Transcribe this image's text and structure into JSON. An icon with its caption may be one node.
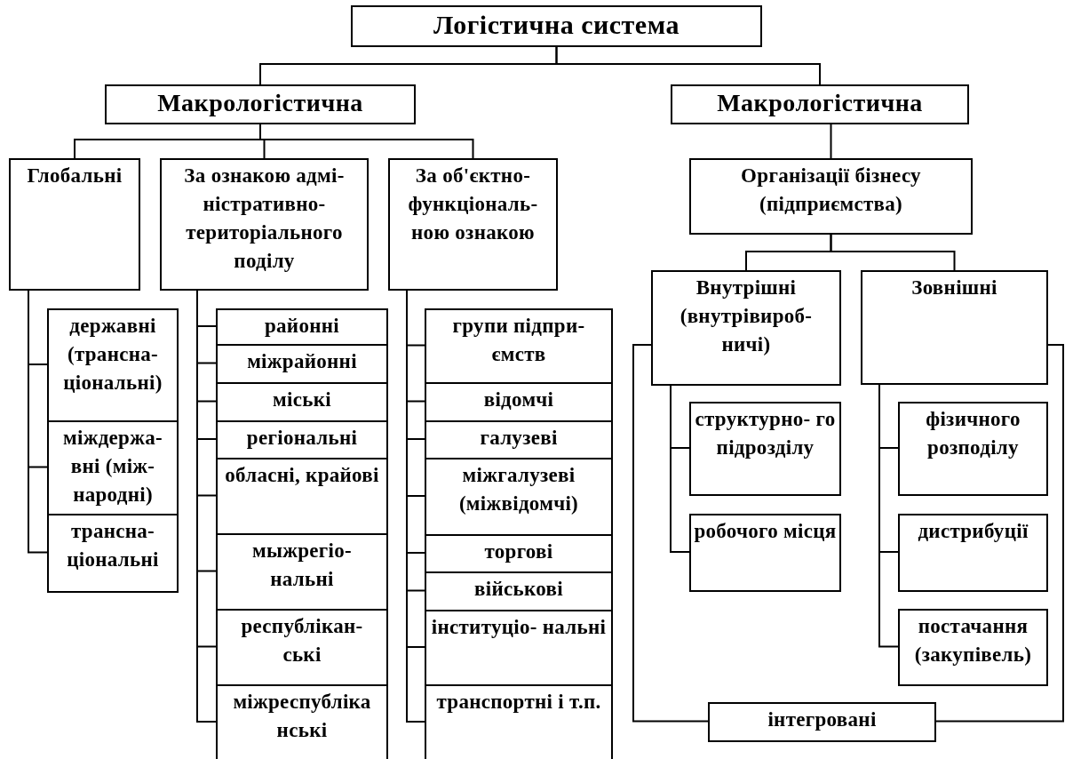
{
  "diagram": {
    "nodes": [
      {
        "text": [
          "Логістична система"
        ]
      },
      {
        "text": [
          "Макрологістична"
        ]
      },
      {
        "text": [
          "Макрологістична"
        ]
      },
      {
        "text": [
          "Глобальні"
        ]
      },
      {
        "text": [
          "За ознакою адмі- ністративно- територіального поділу"
        ]
      },
      {
        "text": [
          "За об'єктно- функціональ- ною ознакою"
        ]
      },
      {
        "text": [
          "державні (трансна- ціональні)"
        ]
      },
      {
        "text": [
          "міждержа- вні (між- народні)"
        ]
      },
      {
        "text": [
          "трансна- ціональні"
        ]
      },
      {
        "text": [
          "районні"
        ]
      },
      {
        "text": [
          "міжрайонні"
        ]
      },
      {
        "text": [
          "міські"
        ]
      },
      {
        "text": [
          "регіональні"
        ]
      },
      {
        "text": [
          "обласні, крайові"
        ]
      },
      {
        "text": [
          "мыжрегіо- нальні"
        ]
      },
      {
        "text": [
          "республікан- ські"
        ]
      },
      {
        "text": [
          "міжреспубліка нські"
        ]
      },
      {
        "text": [
          "групи підпри- ємств"
        ]
      },
      {
        "text": [
          "відомчі"
        ]
      },
      {
        "text": [
          "галузеві"
        ]
      },
      {
        "text": [
          "міжгалузеві (міжвідомчі)"
        ]
      },
      {
        "text": [
          "торгові"
        ]
      },
      {
        "text": [
          "військові"
        ]
      },
      {
        "text": [
          "інституціо- нальні"
        ]
      },
      {
        "text": [
          "транспортні і т.п."
        ]
      },
      {
        "text": [
          "Організації бізнесу (підприємства)"
        ]
      },
      {
        "text": [
          "Внутрішні (внутрівироб- ничі)"
        ]
      },
      {
        "text": [
          "Зовнішні"
        ]
      },
      {
        "text": [
          "структурно- го підрозділу"
        ]
      },
      {
        "text": [
          "робочого місця"
        ]
      },
      {
        "text": [
          "фізичного розподілу"
        ]
      },
      {
        "text": [
          "дистрибуції"
        ]
      },
      {
        "text": [
          "постачання (закупівель)"
        ]
      },
      {
        "text": [
          "інтегровані"
        ]
      }
    ],
    "edges": [
      {
        "from": 0,
        "to": 1,
        "arrow": "none"
      },
      {
        "from": 0,
        "to": 2,
        "arrow": "none"
      },
      {
        "from": 1,
        "to": 3,
        "arrow": "none"
      },
      {
        "from": 1,
        "to": 4,
        "arrow": "none"
      },
      {
        "from": 1,
        "to": 5,
        "arrow": "none"
      },
      {
        "from": 3,
        "to": 6,
        "arrow": "none"
      },
      {
        "from": 3,
        "to": 7,
        "arrow": "none"
      },
      {
        "from": 3,
        "to": 8,
        "arrow": "none"
      },
      {
        "from": 4,
        "to": 9,
        "arrow": "none"
      },
      {
        "from": 4,
        "to": 10,
        "arrow": "none"
      },
      {
        "from": 4,
        "to": 11,
        "arrow": "none"
      },
      {
        "from": 4,
        "to": 12,
        "arrow": "none"
      },
      {
        "from": 4,
        "to": 13,
        "arrow": "none"
      },
      {
        "from": 4,
        "to": 14,
        "arrow": "none"
      },
      {
        "from": 4,
        "to": 15,
        "arrow": "none"
      },
      {
        "from": 4,
        "to": 16,
        "arrow": "none"
      },
      {
        "from": 5,
        "to": 17,
        "arrow": "none"
      },
      {
        "from": 5,
        "to": 18,
        "arrow": "none"
      },
      {
        "from": 5,
        "to": 19,
        "arrow": "none"
      },
      {
        "from": 5,
        "to": 20,
        "arrow": "none"
      },
      {
        "from": 5,
        "to": 21,
        "arrow": "none"
      },
      {
        "from": 5,
        "to": 22,
        "arrow": "none"
      },
      {
        "from": 5,
        "to": 23,
        "arrow": "none"
      },
      {
        "from": 5,
        "to": 24,
        "arrow": "none"
      },
      {
        "from": 2,
        "to": 25,
        "arrow": "none"
      },
      {
        "from": 25,
        "to": 26,
        "arrow": "none"
      },
      {
        "from": 25,
        "to": 27,
        "arrow": "none"
      },
      {
        "from": 26,
        "to": 28,
        "arrow": "none"
      },
      {
        "from": 26,
        "to": 29,
        "arrow": "none"
      },
      {
        "from": 27,
        "to": 30,
        "arrow": "none"
      },
      {
        "from": 27,
        "to": 31,
        "arrow": "none"
      },
      {
        "from": 27,
        "to": 32,
        "arrow": "none"
      },
      {
        "from": 26,
        "to": 33,
        "arrow": "none"
      },
      {
        "from": 27,
        "to": 33,
        "arrow": "none"
      }
    ]
  }
}
